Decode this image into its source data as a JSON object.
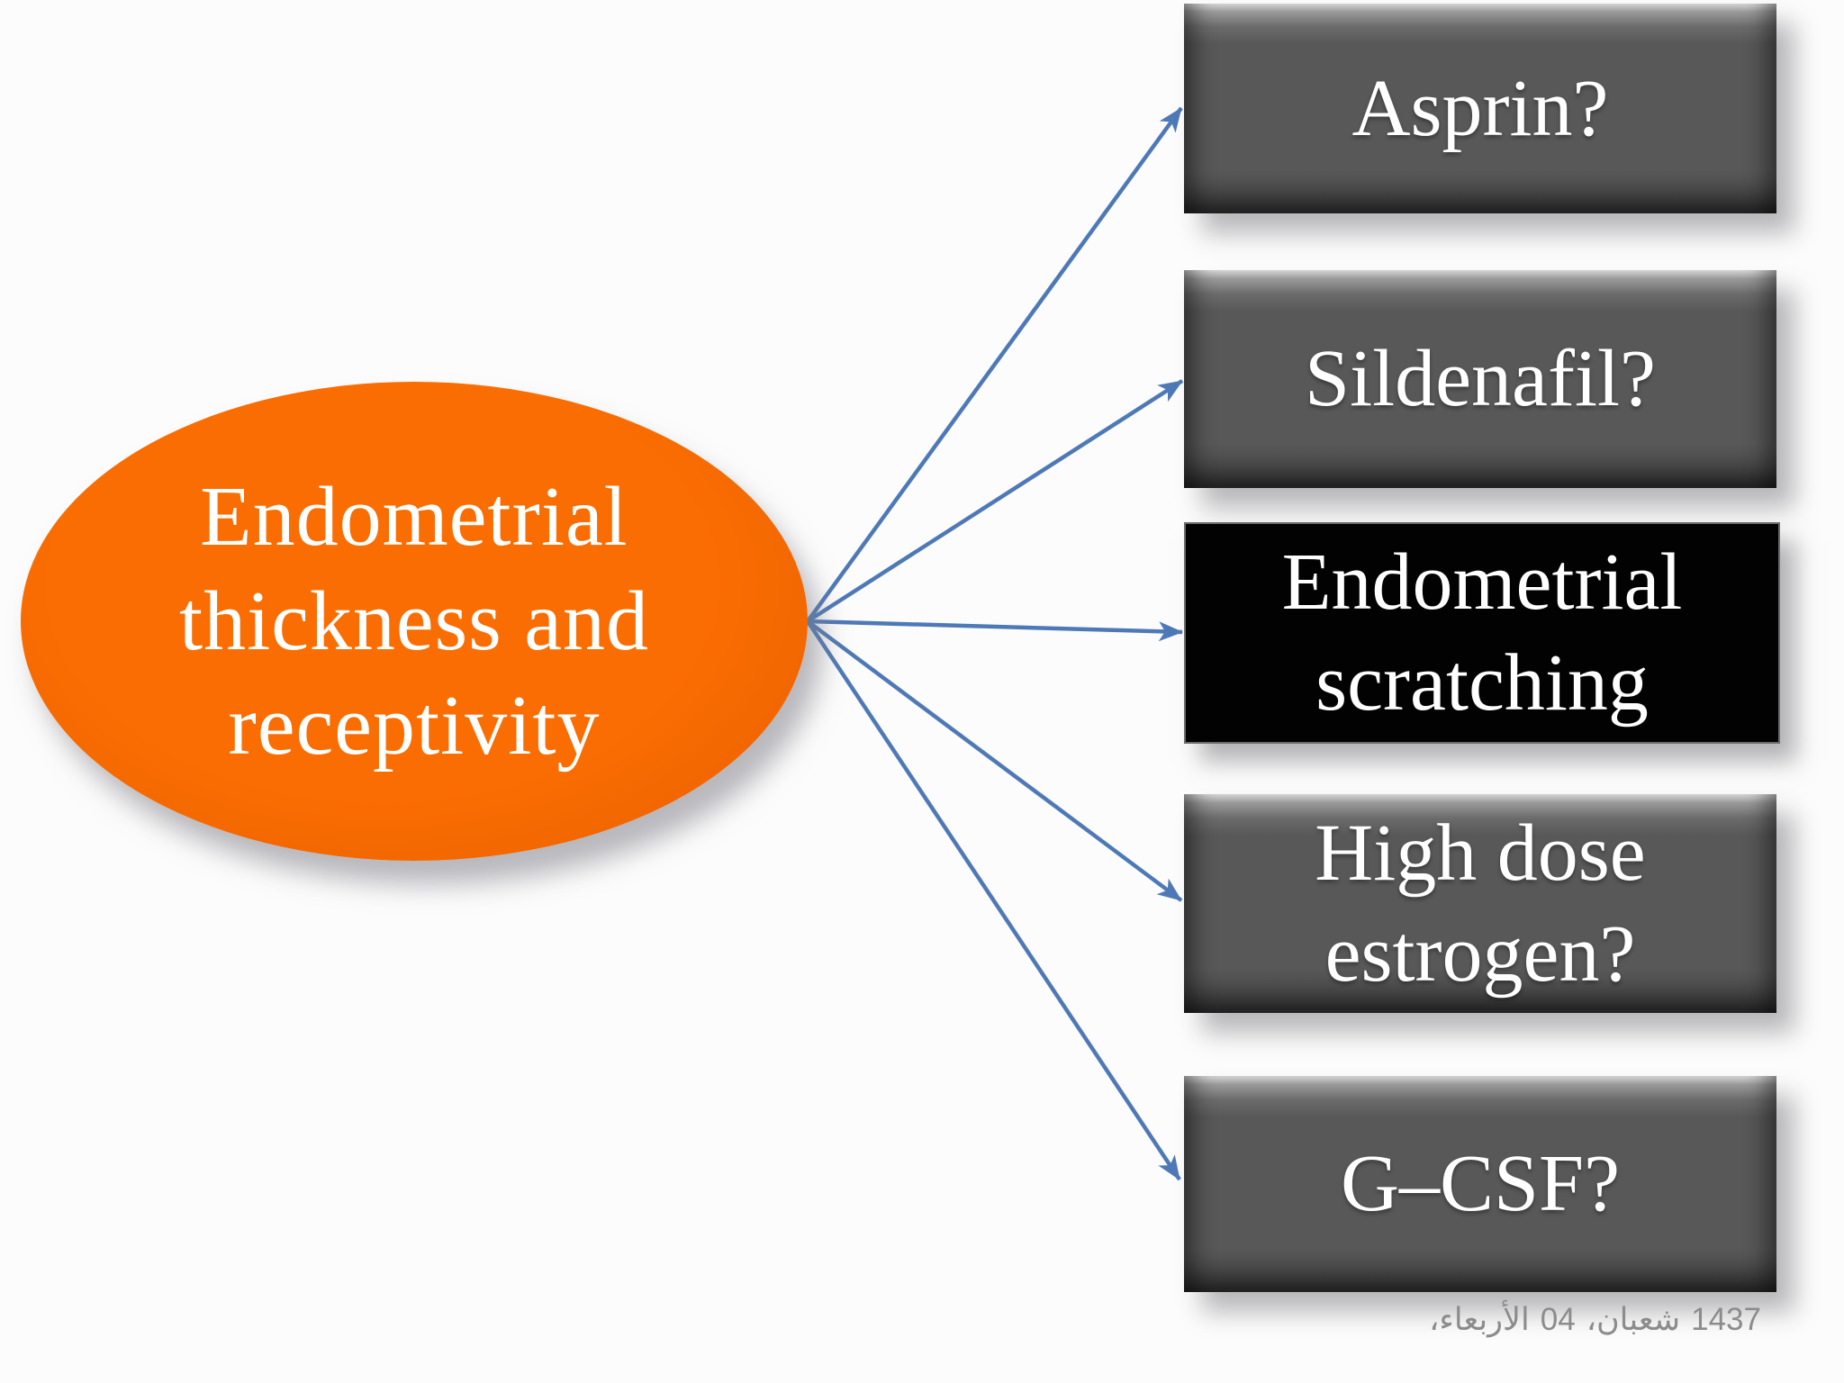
{
  "colors": {
    "background": "#FCFCFC",
    "ellipse-orange": "#FA6D02",
    "ellipse-orange-deep": "#E85F00",
    "box-gray": "#585858",
    "box-gray-dark": "#3E3E3E",
    "box-black": "#020202",
    "box-black-border": "#6A6A6A",
    "connector-blue": "#4E79B7",
    "text-white": "#FFFFFF",
    "date-gray": "#8C8C8C"
  },
  "center_node": {
    "lines": [
      "Endometrial",
      "thickness and",
      "receptivity"
    ]
  },
  "option_nodes": [
    {
      "label": "Asprin?"
    },
    {
      "label": "Sildenafil?"
    },
    {
      "lines": [
        "Endometrial",
        "scratching"
      ]
    },
    {
      "lines": [
        "High dose",
        "estrogen?"
      ]
    },
    {
      "label": "G–CSF?"
    }
  ],
  "footer": {
    "date_text": "الأربعاء، 04 شعبان، 1437",
    "date_parts": [
      "الأربعاء،",
      "04",
      "شعبان،",
      "1437"
    ]
  }
}
